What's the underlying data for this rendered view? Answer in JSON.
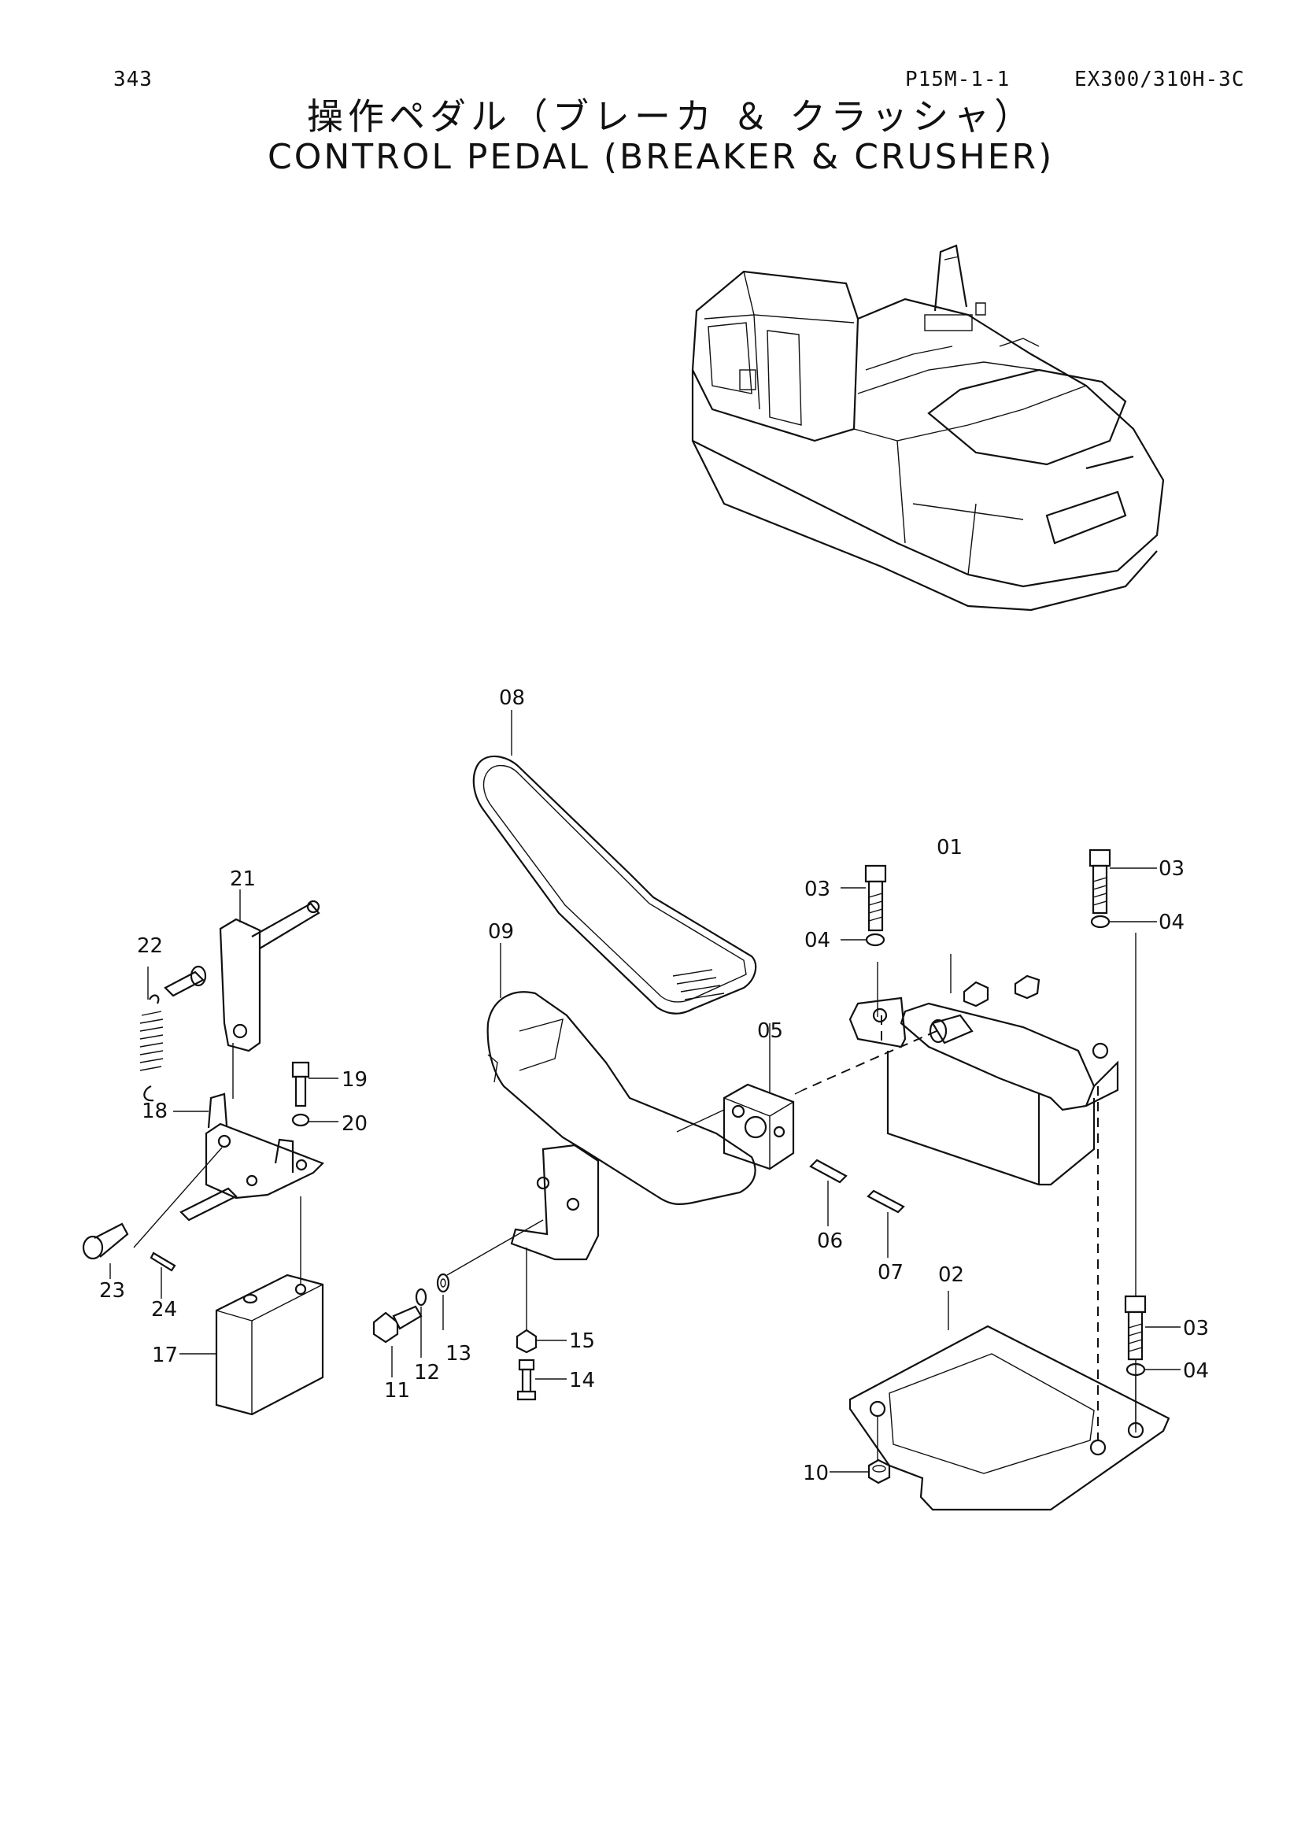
{
  "header": {
    "page_number": "343",
    "figure_code": "P15M-1-1",
    "model": "EX300/310H-3C"
  },
  "title": {
    "japanese": "操作ペダル（ブレーカ ＆ クラッシャ）",
    "english": "CONTROL PEDAL (BREAKER & CRUSHER)"
  },
  "parts": {
    "p01": "01",
    "p02": "02",
    "p03a": "03",
    "p03b": "03",
    "p03c": "03",
    "p04a": "04",
    "p04b": "04",
    "p04c": "04",
    "p05": "05",
    "p06": "06",
    "p07": "07",
    "p08": "08",
    "p09": "09",
    "p10": "10",
    "p11": "11",
    "p12": "12",
    "p13": "13",
    "p14": "14",
    "p15": "15",
    "p17": "17",
    "p18": "18",
    "p19": "19",
    "p20": "20",
    "p21": "21",
    "p22": "22",
    "p23": "23",
    "p24": "24"
  }
}
